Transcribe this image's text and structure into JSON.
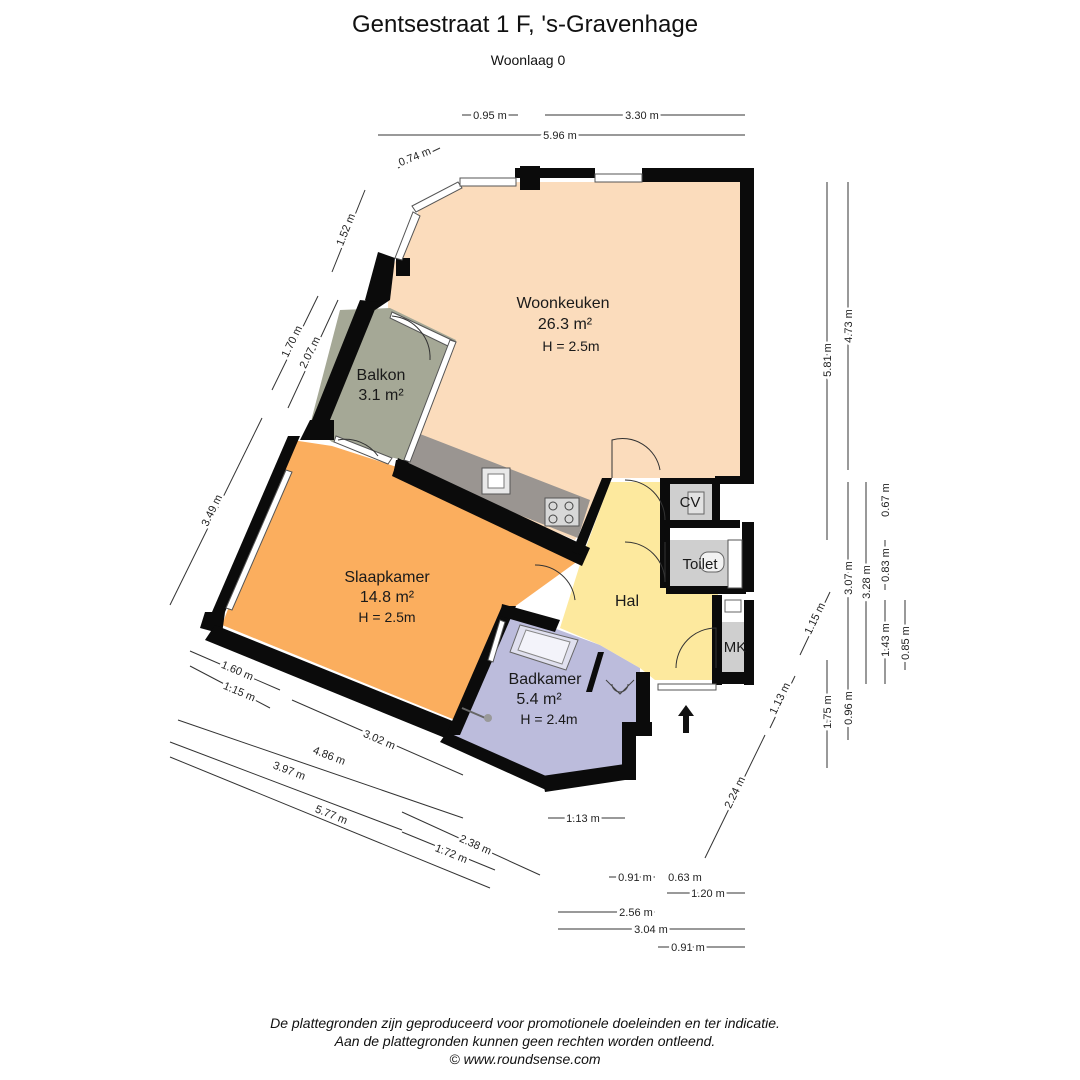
{
  "header": {
    "title": "Gentsestraat 1 F, 's-Gravenhage",
    "subtitle": "Woonlaag 0"
  },
  "rooms": {
    "woonkeuken": {
      "name": "Woonkeuken",
      "area": "26.3 m²",
      "height": "H = 2.5m"
    },
    "balkon": {
      "name": "Balkon",
      "area": "3.1 m²"
    },
    "slaapkamer": {
      "name": "Slaapkamer",
      "area": "14.8 m²",
      "height": "H = 2.5m"
    },
    "badkamer": {
      "name": "Badkamer",
      "area": "5.4 m²",
      "height": "H = 2.4m"
    },
    "hal": {
      "name": "Hal"
    },
    "cv": {
      "name": "CV"
    },
    "toilet": {
      "name": "Toilet"
    },
    "mk": {
      "name": "MK"
    }
  },
  "colors": {
    "woonkeuken": "#fbdcbc",
    "balkon": "#a5a896",
    "slaapkamer": "#fbae5e",
    "badkamer": "#bcbcdc",
    "hal": "#fde99e",
    "utility": "#cfcfcf",
    "kitchen_counter": "#9a9591",
    "wall": "#0b0b0b"
  },
  "dimensions": {
    "top_095": "0.95 m",
    "top_330": "3.30 m",
    "top_596": "5.96 m",
    "d_074": "0.74 m",
    "d_152": "1.52 m",
    "d_170": "1.70 m",
    "d_207": "2.07 m",
    "d_349": "3.49 m",
    "r_581": "5.81 m",
    "r_473": "4.73 m",
    "r_067": "0.67 m",
    "r_307": "3.07 m",
    "r_328": "3.28 m",
    "r_083": "0.83 m",
    "r_143": "1.43 m",
    "r_085": "0.85 m",
    "r_115": "1.15 m",
    "r_096": "0.96 m",
    "r_175": "1.75 m",
    "r_113": "1.13 m",
    "r_224": "2.24 m",
    "b_160": "1.60 m",
    "b_115": "1.15 m",
    "b_302": "3.02 m",
    "b_486": "4.86 m",
    "b_397": "3.97 m",
    "b_577": "5.77 m",
    "b_238": "2.38 m",
    "b_172": "1.72 m",
    "b_113": "1.13 m",
    "b_091a": "0.91 m",
    "b_063": "0.63 m",
    "b_120": "1.20 m",
    "b_256": "2.56 m",
    "b_304": "3.04 m",
    "b_091b": "0.91 m"
  },
  "footer": {
    "line1": "De plattegronden zijn geproduceerd voor promotionele doeleinden en ter indicatie.",
    "line2": "Aan de plattegronden kunnen geen rechten worden ontleend.",
    "line3": "© www.roundsense.com"
  }
}
